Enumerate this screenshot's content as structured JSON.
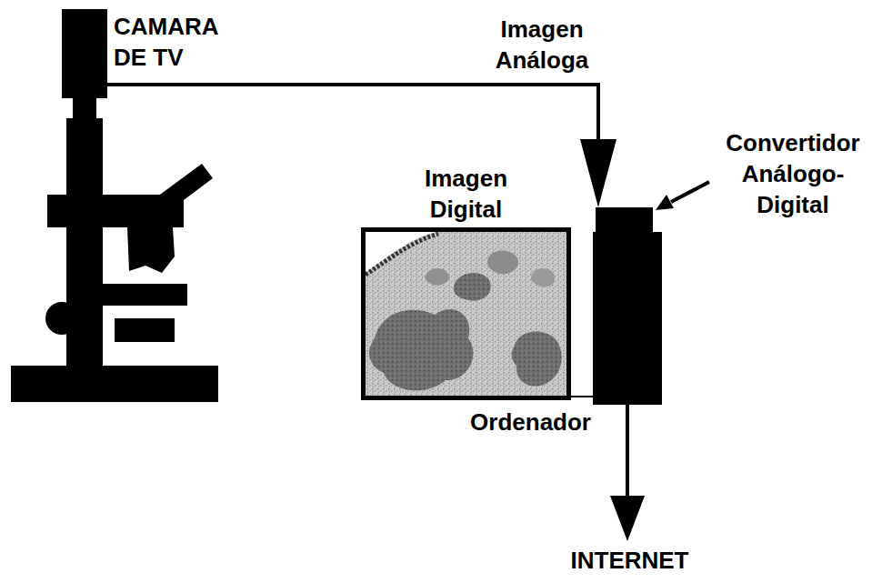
{
  "diagram": {
    "nodes": [
      {
        "text": [
          "CAMARA DE TV"
        ]
      },
      {
        "text": [
          "Imagen Digital"
        ]
      },
      {
        "text": [
          "Ordenador"
        ]
      },
      {
        "text": [
          "INTERNET"
        ]
      }
    ],
    "edges": [
      {
        "from": 0,
        "to": 2,
        "label": "Imagen Análoga",
        "arrow": "to"
      },
      {
        "from": 1,
        "to": 2,
        "arrow": "none"
      },
      {
        "from": 2,
        "to": 3,
        "arrow": "to"
      }
    ],
    "labels": [
      "Convertidor Análogo-Digital"
    ]
  }
}
